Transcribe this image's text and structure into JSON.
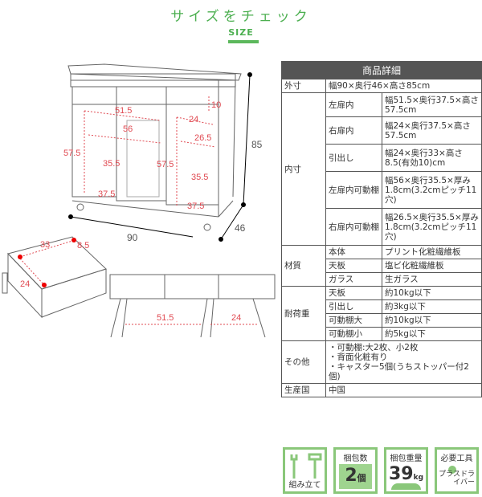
{
  "header": {
    "title": "サイズをチェック",
    "subtitle": "SIZE"
  },
  "diagram": {
    "cabinet": {
      "width": "90",
      "depth": "46",
      "height": "85",
      "left_door_width": "51.5",
      "left_shelf_width": "56",
      "left_door_height": "57.5",
      "left_shelf_depth": "35.5",
      "left_door_depth": "37.5",
      "drawer_height": "10",
      "right_door_width": "24",
      "right_shelf_width": "26.5",
      "right_door_height": "57.5",
      "right_shelf_depth": "35.5",
      "right_door_depth": "37.5"
    },
    "drawer": {
      "depth": "33",
      "height": "8.5",
      "width": "24"
    },
    "bottom": {
      "left": "51.5",
      "right": "24"
    }
  },
  "table": {
    "header": "商品詳細",
    "rows": [
      {
        "label": "外寸",
        "value": "幅90×奥行46×高さ85cm"
      },
      {
        "label": "内寸",
        "sub": [
          {
            "label": "左扉内",
            "value": "幅51.5×奥行37.5×高さ57.5cm"
          },
          {
            "label": "右扉内",
            "value": "幅24×奥行37.5×高さ57.5cm"
          },
          {
            "label": "引出し",
            "value": "幅24×奥行33×高さ8.5(有効10)cm"
          },
          {
            "label": "左扉内可動棚",
            "value": "幅56×奥行35.5×厚み1.8cm(3.2cmピッチ11穴)"
          },
          {
            "label": "右扉内可動棚",
            "value": "幅26.5×奥行35.5×厚み1.8cm(3.2cmピッチ11穴)"
          }
        ]
      },
      {
        "label": "材質",
        "sub": [
          {
            "label": "本体",
            "value": "プリント化粧繊維板"
          },
          {
            "label": "天板",
            "value": "塩ビ化粧繊維板"
          },
          {
            "label": "ガラス",
            "value": "生ガラス"
          }
        ]
      },
      {
        "label": "耐荷重",
        "sub": [
          {
            "label": "天板",
            "value": "約10kg以下"
          },
          {
            "label": "引出し",
            "value": "約3kg以下"
          },
          {
            "label": "可動棚大",
            "value": "約10kg以下"
          },
          {
            "label": "可動棚小",
            "value": "約5kg以下"
          }
        ]
      },
      {
        "label": "その他",
        "lines": [
          "・可動棚:大2枚、小2枚",
          "・背面化粧有り",
          "・キャスター5個(うちストッパー付2個)"
        ]
      },
      {
        "label": "生産国",
        "value": "中国"
      }
    ]
  },
  "icons": [
    {
      "name": "assembly",
      "label": "組み立て"
    },
    {
      "name": "packages",
      "label": "梱包数",
      "value": "2",
      "unit": "個"
    },
    {
      "name": "package-weight",
      "label": "梱包重量",
      "value": "39",
      "unit": "kg"
    },
    {
      "name": "tools",
      "label": "必要工具",
      "value": "プラスドライバー"
    }
  ],
  "colors": {
    "accent": "#4caf50",
    "dimension": "#e04a52",
    "header": "#555555"
  }
}
